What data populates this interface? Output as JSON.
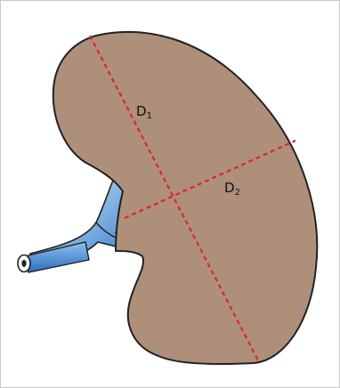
{
  "labels": {
    "d1": {
      "main": "D",
      "sub": "1"
    },
    "d2": {
      "main": "D",
      "sub": "2"
    }
  },
  "colors": {
    "kidney_fill": "#ad8f7a",
    "outline": "#222222",
    "measure_line": "#e0232a",
    "vessel_light": "#d9ecfb",
    "vessel_dark": "#2b78c8",
    "frame": "#c8c8c8"
  }
}
